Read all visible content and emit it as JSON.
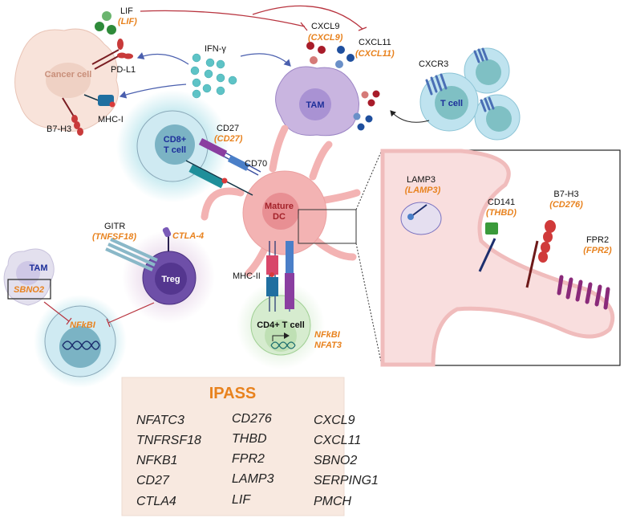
{
  "cells": {
    "cancer": "Cancer cell",
    "tam_top": "TAM",
    "t_cell": "T cell",
    "cd8_line1": "CD8+",
    "cd8_line2": "T cell",
    "dc_line1": "Mature",
    "dc_line2": "DC",
    "treg": "Treg",
    "tam_small": "TAM",
    "cd4": "CD4+ T cell"
  },
  "labels": {
    "lif": "LIF",
    "lif_gene": "(LIF)",
    "ifng": "IFN-γ",
    "pdl1": "PD-L1",
    "mhc1": "MHC-I",
    "b7h3": "B7-H3",
    "cxcl9": "CXCL9",
    "cxcl9_gene": "(CXCL9)",
    "cxcl11": "CXCL11",
    "cxcl11_gene": "(CXCL11)",
    "cxcr3": "CXCR3",
    "cd27": "CD27",
    "cd27_gene": "(CD27)",
    "cd70": "CD70",
    "gitr": "GITR",
    "gitr_gene": "(TNFSF18)",
    "ctla4_gene": "CTLA-4",
    "sbno2_gene": "SBNO2",
    "nfkbi_gene": "NFkBI",
    "mhc2": "MHC-II",
    "cd4_gene1": "NFkBI",
    "cd4_gene2": "NFAT3"
  },
  "inset": {
    "lamp3": "LAMP3",
    "lamp3_gene": "(LAMP3)",
    "cd141": "CD141",
    "cd141_gene": "(THBD)",
    "b7h3": "B7-H3",
    "b7h3_gene": "(CD276)",
    "fpr2": "FPR2",
    "fpr2_gene": "(FPR2)"
  },
  "ipass": {
    "title": "IPASS",
    "columns": [
      [
        "NFATC3",
        "TNFRSF18",
        "NFKB1",
        "CD27",
        "CTLA4"
      ],
      [
        "CD276",
        "THBD",
        "FPR2",
        "LAMP3",
        "LIF"
      ],
      [
        "CXCL9",
        "CXCL11",
        "SBNO2",
        "SERPING1",
        "PMCH"
      ]
    ]
  },
  "colors": {
    "gene_label": "#e8821e",
    "ipass_bg": "#f8e9e0",
    "inhibit_line": "#b8343f",
    "cell_name_blue": "#1d2f9a",
    "dc_name": "#a3222a"
  }
}
